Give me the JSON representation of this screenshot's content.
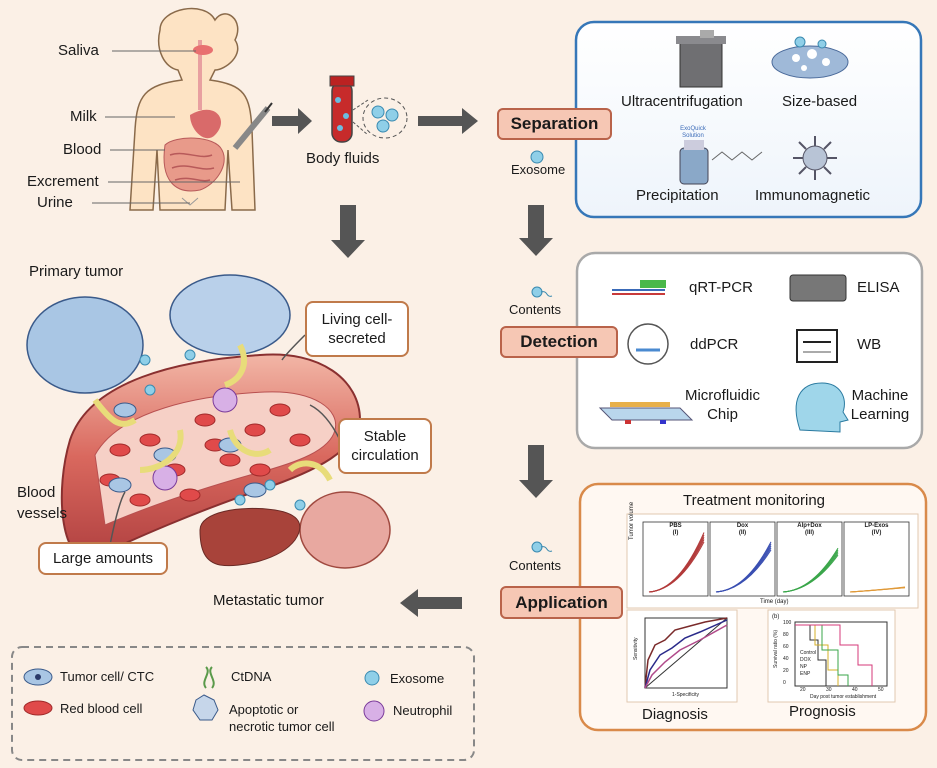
{
  "body_labels": {
    "saliva": "Saliva",
    "milk": "Milk",
    "blood": "Blood",
    "excrement": "Excrement",
    "urine": "Urine"
  },
  "body_fluids": "Body fluids",
  "exosome_label": "Exosome",
  "contents_label_1": "Contents",
  "contents_label_2": "Contents",
  "separation": {
    "title": "Separation",
    "methods": [
      "Ultracentrifugation",
      "Size-based",
      "Precipitation",
      "Immunomagnetic"
    ],
    "kit_text": "ExoQuick Solution"
  },
  "detection": {
    "title": "Detection",
    "methods": [
      "qRT-PCR",
      "ELISA",
      "ddPCR",
      "WB",
      "Microfluidic Chip",
      "Machine Learning"
    ]
  },
  "application": {
    "title": "Application",
    "treatment_monitoring": "Treatment monitoring",
    "diagnosis": "Diagnosis",
    "prognosis": "Prognosis",
    "panels": [
      {
        "name": "PBS",
        "sub": "(I)",
        "color": "#b23a3a"
      },
      {
        "name": "Dox",
        "sub": "(II)",
        "color": "#3a4fb2"
      },
      {
        "name": "Alp+Dox",
        "sub": "(III)",
        "color": "#3aa64a"
      },
      {
        "name": "LP-Exos",
        "sub": "(IV)",
        "color": "#e09a3a"
      }
    ],
    "tumor_axis_label": "Tumor volume",
    "time_axis_label": "Time (day)",
    "roc_x_label": "1-Specificity",
    "roc_y_label": "Sensitivity",
    "surv_panel_tag": "(b)",
    "surv_y_label": "Survival ratio (%)",
    "surv_x_label": "Day post tumor establishment",
    "surv_legend": [
      "Control",
      "DOX",
      "NP",
      "ENP"
    ],
    "surv_x_ticks": [
      "20",
      "30",
      "40",
      "50"
    ],
    "surv_y_ticks": [
      "100",
      "80",
      "60",
      "40",
      "20",
      "0"
    ]
  },
  "left_panel": {
    "primary_tumor": "Primary tumor",
    "living_cell": "Living cell-\nsecreted",
    "stable_circulation": "Stable\ncirculation",
    "blood_vessels": "Blood\nvessels",
    "large_amounts": "Large amounts",
    "metastatic_tumor": "Metastatic tumor"
  },
  "legend": {
    "tumor_cell": "Tumor cell/ CTC",
    "ctdna": "CtDNA",
    "exosome": "Exosome",
    "red_blood_cell": "Red blood cell",
    "apoptotic": "Apoptotic or\nnecrotic tumor cell",
    "neutrophil": "Neutrophil"
  },
  "colors": {
    "separation_border": "#3677b8",
    "detection_border": "#a9a9a9",
    "application_border": "#d98a4a",
    "pill_fill": "#f6c7b4",
    "arrow": "#5a5a5a"
  }
}
